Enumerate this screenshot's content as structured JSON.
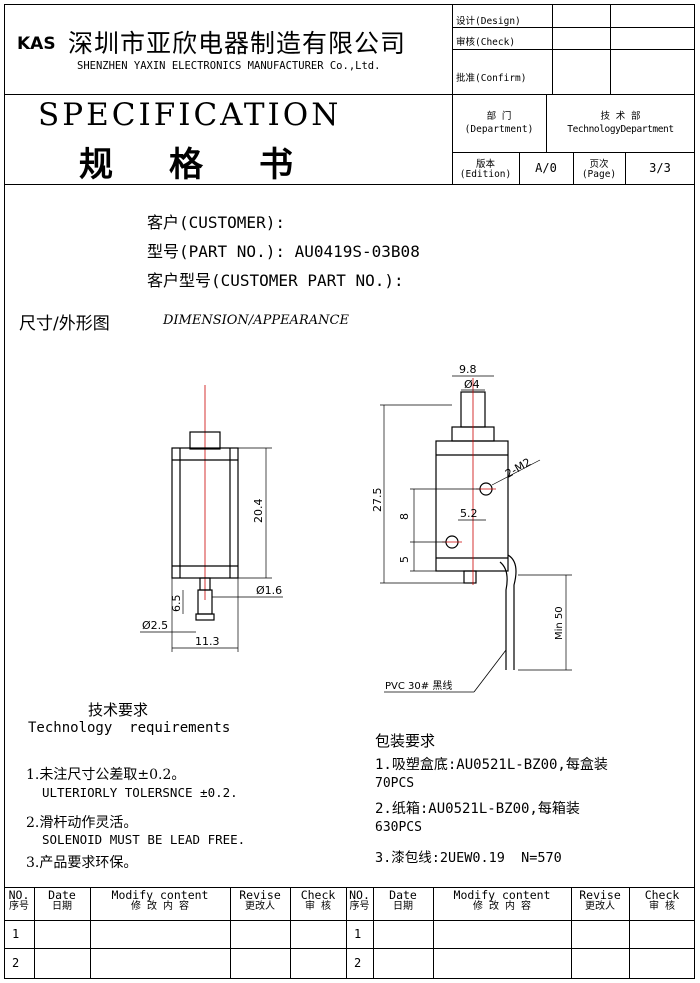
{
  "header": {
    "brand": "KAS",
    "company_cn": "深圳市亚欣电器制造有限公司",
    "company_en": "SHENZHEN YAXIN ELECTRONICS MANUFACTURER Co.,Ltd.",
    "design_label": "设计(Design)",
    "check_label": "审核(Check)",
    "confirm_label": "批准(Confirm)",
    "spec_en": "SPECIFICATION",
    "spec_cn": "规格书",
    "dept_label_cn": "部 门",
    "dept_label_en": "(Department)",
    "dept_value_cn": "技 术 部",
    "dept_value_en": "TechnologyDepartment",
    "edition_cn": "版本",
    "edition_en": "(Edition)",
    "edition_value": "A/0",
    "page_cn": "页次",
    "page_en": "(Page)",
    "page_value": "3/3"
  },
  "customer": {
    "customer_label": "客户(CUSTOMER):",
    "part_label": "型号(PART NO.): AU0419S-03B08",
    "customer_part_label": "客户型号(CUSTOMER PART NO.):"
  },
  "dimension": {
    "title_cn": "尺寸/外形图",
    "title_en": "DIMENSION/APPEARANCE"
  },
  "drawing": {
    "front": {
      "d_20_4": "20.4",
      "d_6_5": "6.5",
      "d_phi1_6": "Ø1.6",
      "d_phi2_5": "Ø2.5",
      "d_11_3": "11.3"
    },
    "side": {
      "d_9_8": "9.8",
      "d_phi4": "Ø4",
      "d_2_m2": "2-M2",
      "d_27_5": "27.5",
      "d_8": "8",
      "d_5_2": "5.2",
      "d_5": "5",
      "d_min50": "Min 50",
      "pvc_label": "PVC 30# 黑线"
    }
  },
  "tech": {
    "title_cn": "技术要求",
    "title_en": "Technology  requirements",
    "items": [
      {
        "cn": "1.未注尺寸公差取±0.2。",
        "en": "ULTERIORLY TOLERSNCE ±0.2."
      },
      {
        "cn": "2.滑杆动作灵活。",
        "en": "SOLENOID MUST BE LEAD FREE."
      },
      {
        "cn": "3.产品要求环保。",
        "en": ""
      }
    ]
  },
  "packing": {
    "title": "包装要求",
    "line1": "1.吸塑盒底:AU0521L-BZ00,每盒装",
    "line1b": "70PCS",
    "line2": "2.纸箱:AU0521L-BZ00,每箱装",
    "line2b": "630PCS",
    "line3": "3.漆包线:2UEW0.19  N=570"
  },
  "revision": {
    "headers": [
      {
        "en": "NO.",
        "cn": "序号"
      },
      {
        "en": "Date",
        "cn": "日期"
      },
      {
        "en": "Modify content",
        "cn": "修 改 内 容"
      },
      {
        "en": "Revise",
        "cn": "更改人"
      },
      {
        "en": "Check",
        "cn": "审  核"
      }
    ],
    "rows_left": [
      "1",
      "2"
    ],
    "rows_right": [
      "1",
      "2"
    ]
  }
}
